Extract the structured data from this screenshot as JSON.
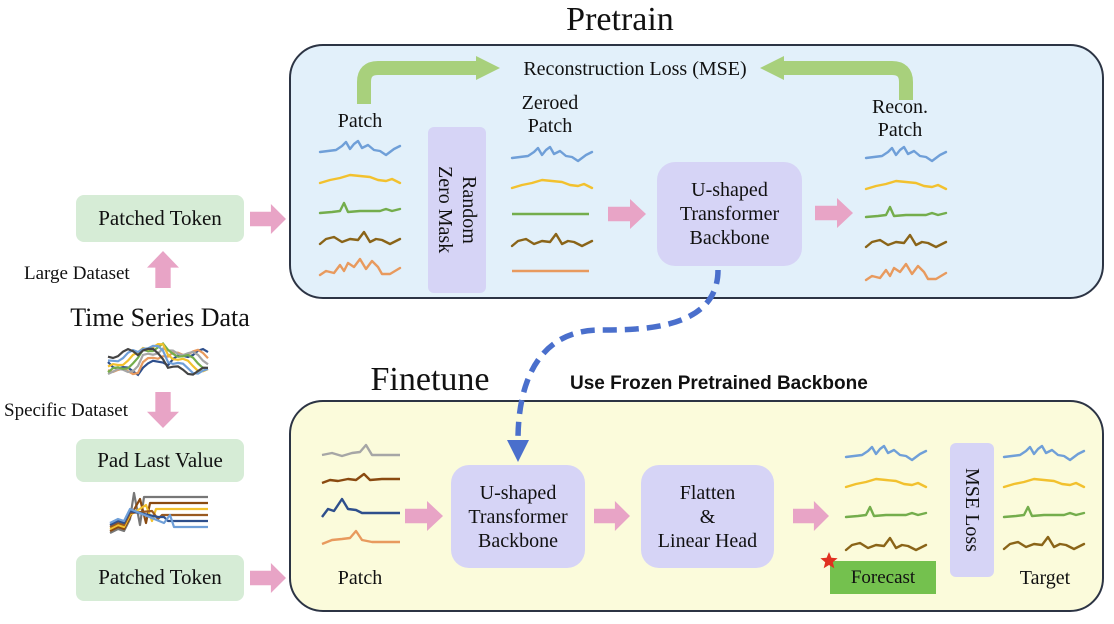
{
  "titles": {
    "pretrain": "Pretrain",
    "finetune": "Finetune"
  },
  "left": {
    "patched_token_top": "Patched Token",
    "large_dataset": "Large Dataset",
    "time_series": "Time Series Data",
    "specific_dataset": "Specific Dataset",
    "pad_last_value": "Pad Last Value",
    "patched_token_bottom": "Patched Token"
  },
  "pretrain": {
    "patch": "Patch",
    "random_zero_mask": "Random\nZero Mask",
    "zeroed_patch": "Zeroed\nPatch",
    "backbone": "U-shaped\nTransformer\nBackbone",
    "recon_patch": "Recon.\nPatch",
    "loss": "Reconstruction Loss (MSE)"
  },
  "frozen_note": "Use Frozen Pretrained Backbone",
  "finetune": {
    "patch": "Patch",
    "backbone": "U-shaped\nTransformer\nBackbone",
    "head": "Flatten\n&\nLinear Head",
    "forecast": "Forecast",
    "mse_loss": "MSE Loss",
    "target": "Target"
  },
  "colors": {
    "blue": "#6f9fd8",
    "yellow": "#f2c12e",
    "green": "#74ad4c",
    "brown": "#8a6418",
    "orange": "#e89a5e",
    "gray": "#a6a6a6",
    "dark_brown": "#8a4a10",
    "navy": "#2e4f8c",
    "pink_arrow": "#e8a4c6",
    "green_arrow": "#a8d07c",
    "dashed_arrow": "#4a6fcc",
    "star": "#e03020"
  }
}
